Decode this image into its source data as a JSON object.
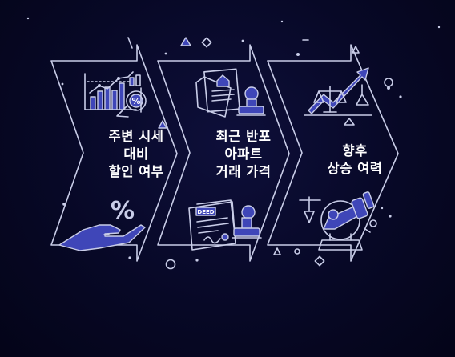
{
  "steps": [
    {
      "lines": [
        "주변 시세",
        "대비",
        "할인 여부"
      ]
    },
    {
      "lines": [
        "최근 반포",
        "아파트",
        "거래 가격"
      ]
    },
    {
      "lines": [
        "향후",
        "상승 여력"
      ]
    }
  ],
  "icons": {
    "step1": [
      "bar-chart-icon",
      "percent-coin-icon",
      "percent-icon",
      "hand-icon"
    ],
    "step2": [
      "property-document-icon",
      "stamp-icon",
      "deed-document-icon"
    ],
    "step3": [
      "rising-trend-arrow-icon",
      "scale-icon",
      "telescope-icon"
    ]
  },
  "colors": {
    "background": "#070826",
    "outline": "#c9cde8",
    "accent": "#3f46b8",
    "text": "#ffffff"
  },
  "document_label": "DEED"
}
